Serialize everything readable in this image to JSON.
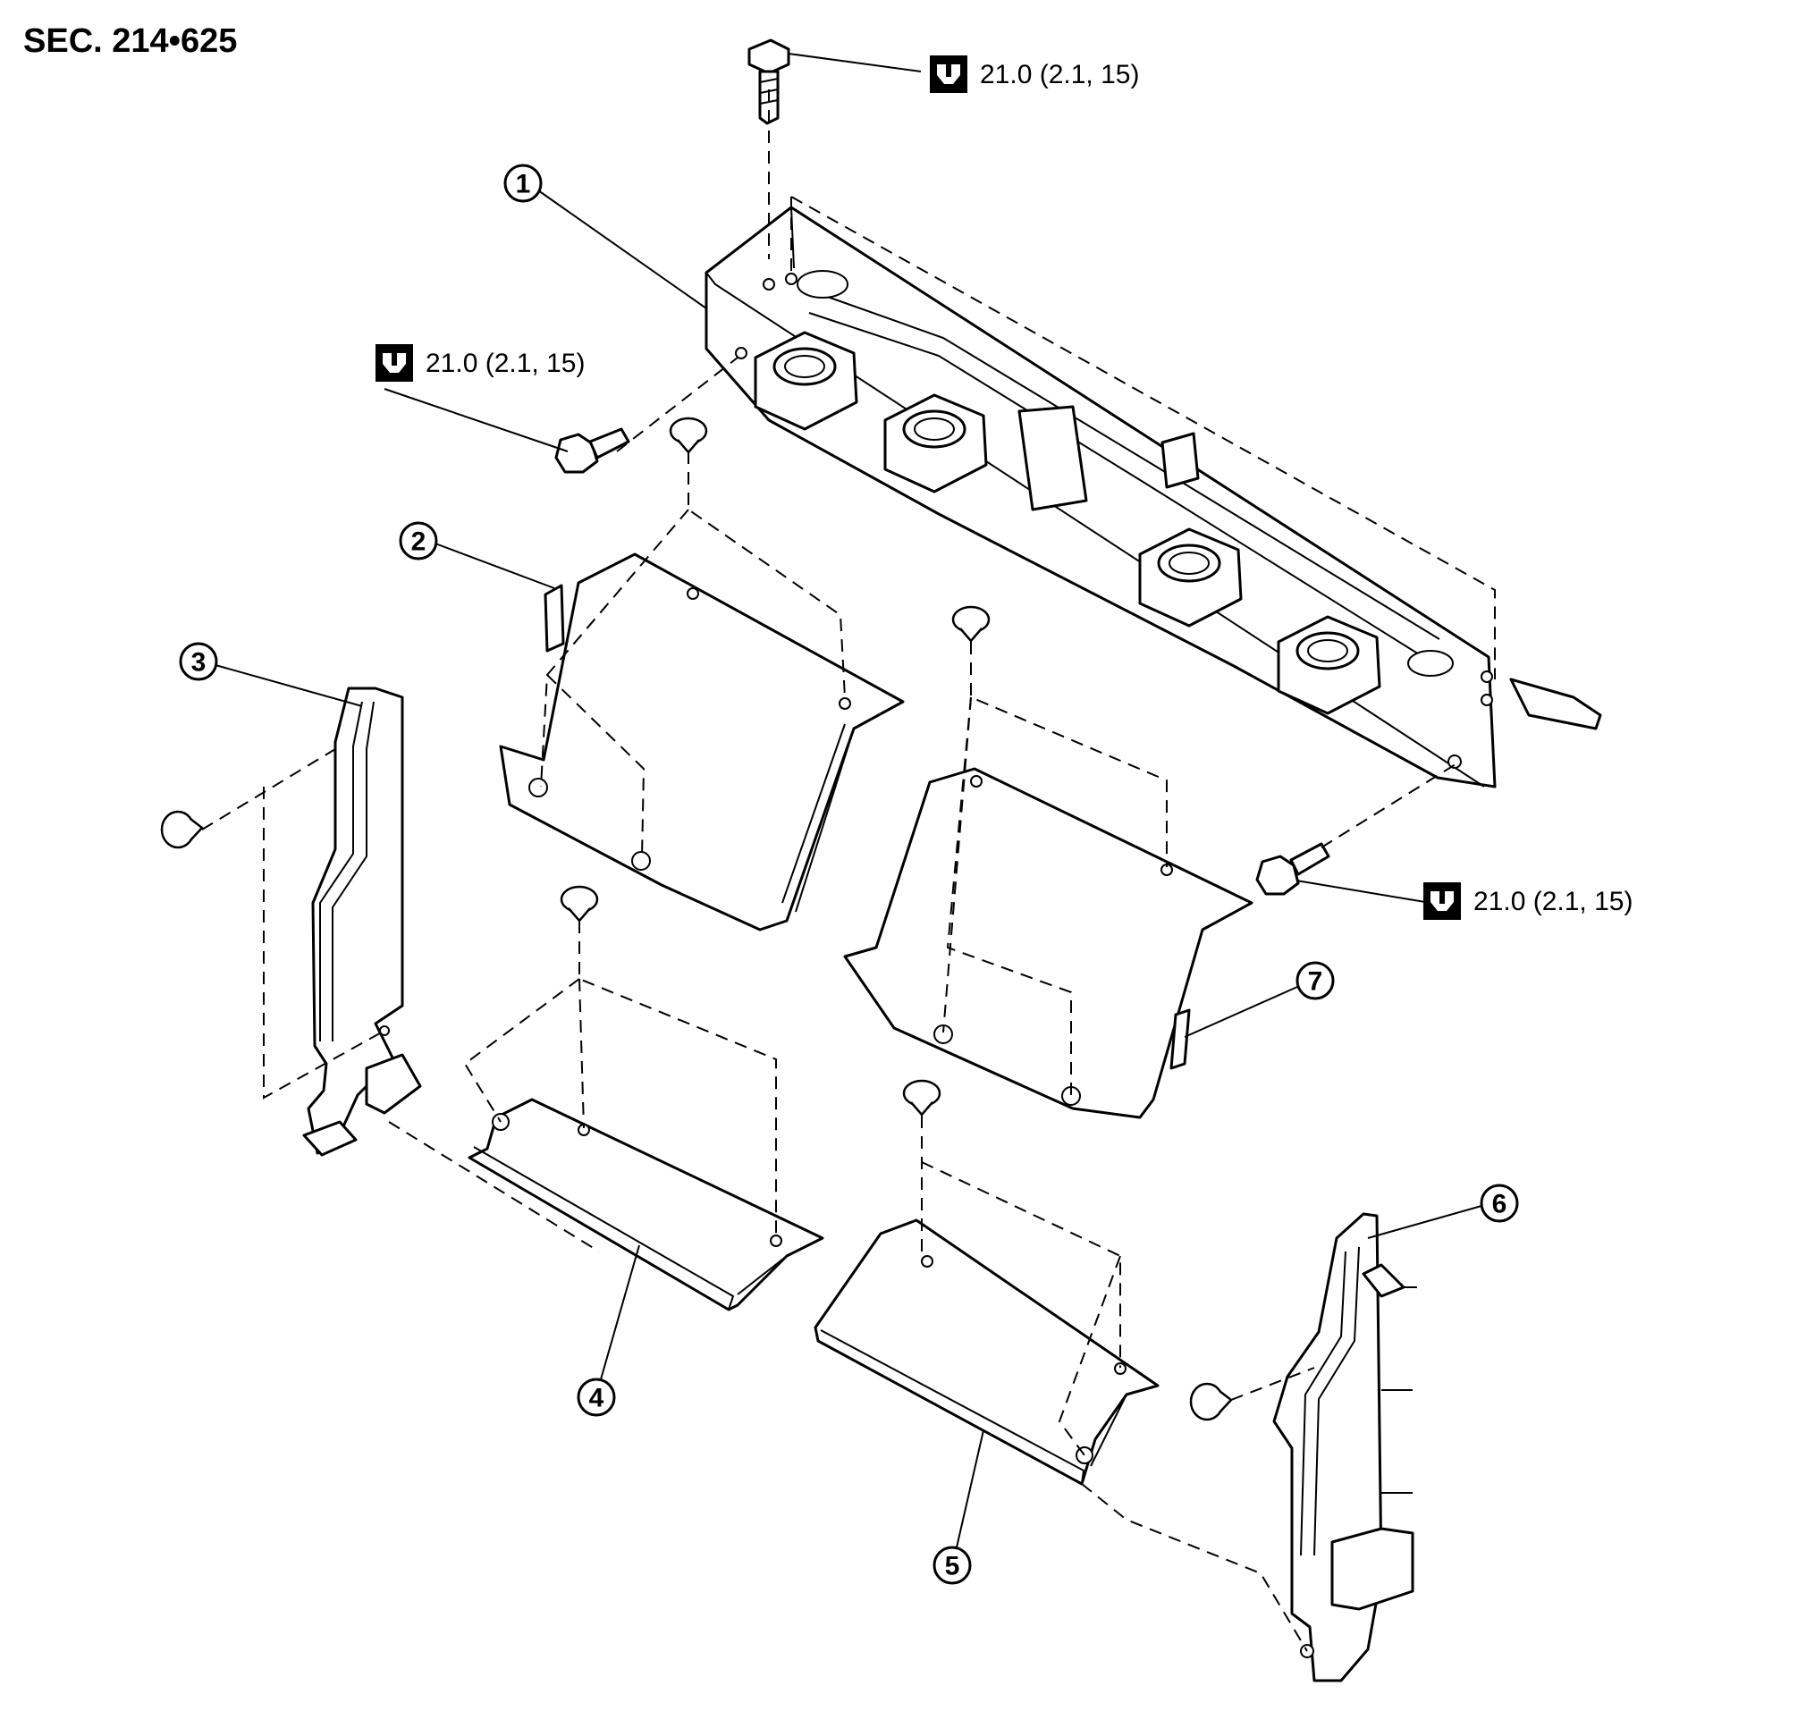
{
  "section_label": "SEC. 214•625",
  "torque_spec": "21.0 (2.1, 15)",
  "torque_icon": "torque-wrench-icon",
  "callouts": [
    {
      "id": "1",
      "label": "①"
    },
    {
      "id": "2",
      "label": "②"
    },
    {
      "id": "3",
      "label": "③"
    },
    {
      "id": "4",
      "label": "④"
    },
    {
      "id": "5",
      "label": "⑤"
    },
    {
      "id": "6",
      "label": "⑥"
    },
    {
      "id": "7",
      "label": "⑦"
    }
  ]
}
